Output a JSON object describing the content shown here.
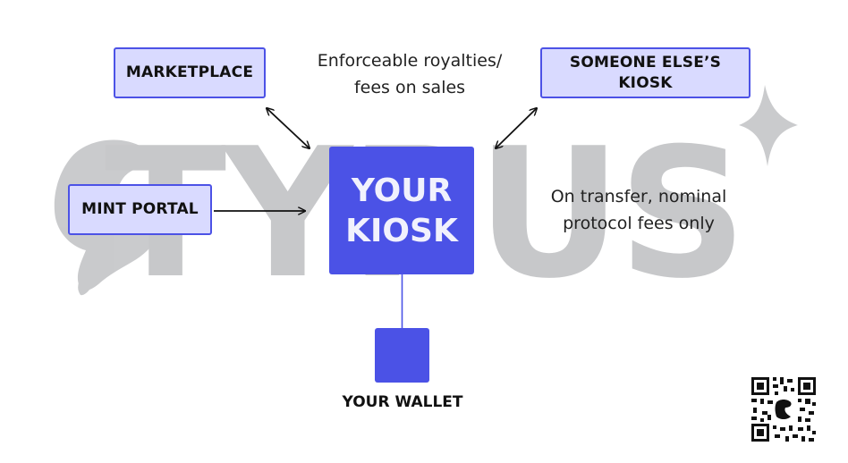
{
  "watermark": {
    "text": "TYPUS",
    "color": "#c7c8ca"
  },
  "nodes": {
    "marketplace": "MARKETPLACE",
    "someone_else_kiosk": "SOMEONE ELSE’S\nKIOSK",
    "mint_portal": "MINT PORTAL",
    "your_kiosk": "YOUR\nKIOSK",
    "your_wallet": "YOUR WALLET"
  },
  "notes": {
    "royalties": "Enforceable royalties/\nfees on sales",
    "transfer": "On transfer, nominal\nprotocol fees only"
  },
  "colors": {
    "accent": "#4b52e6",
    "node_fill": "#d9daff",
    "node_border": "#4c52e6",
    "text": "#111111"
  },
  "icons": {
    "qr": "qr-code-icon"
  }
}
